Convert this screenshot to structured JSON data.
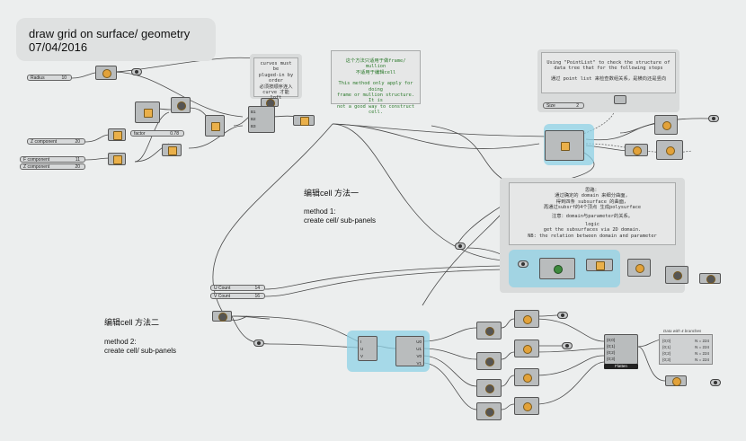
{
  "title": {
    "line1": "draw grid on surface/ geometry",
    "line2": "07/04/2016"
  },
  "notes": {
    "curves": [
      "curves must be",
      "pluged-in by",
      "order",
      "必须按顺序连入",
      "curve 才能loft"
    ],
    "method_top": [
      "这个方法只适用于做frame/ mullion",
      "不适用于编辑cell"
    ],
    "method_top_en": [
      "This method only apply for doing",
      "frame or mullion structure. It is",
      "not a good way to construct cell."
    ],
    "pointlist": [
      "Using \"PointList\" to check the structure of",
      "data tree that for the following steps",
      "通过 point list 来检查数组关系，是横向还是竖向"
    ],
    "logic": [
      "思路：",
      "通过确定的 domain 来细分曲面，",
      "得到四条 subsurface 的曲面，",
      "再通过subsrf的4个顶点 生成polysurface",
      "注意：domain与parameter的关系。",
      "logic",
      "get the subsurfaces via 2D domain.",
      "NB: the relation between domain and parameter"
    ]
  },
  "sliders": {
    "radius": {
      "label": "Radius",
      "value": "10"
    },
    "factor": {
      "label": "factor",
      "value": "0.78"
    },
    "z1": {
      "label": "Z component",
      "value": "20"
    },
    "f": {
      "label": "F component",
      "value": "11"
    },
    "z2": {
      "label": "Z component",
      "value": "20"
    },
    "size": {
      "label": "Size",
      "value": "2"
    },
    "u_count": {
      "label": "U Count",
      "value": "14"
    },
    "v_count": {
      "label": "V Count",
      "value": "16"
    }
  },
  "annotations": {
    "method1_cn": "编辑cell 方法一",
    "method1_en_a": "method 1:",
    "method1_en_b": "create cell/ sub-panels",
    "method2_cn": "编辑cell 方法二",
    "method2_en_a": "method 2:",
    "method2_en_b": "create cell/ sub-panels"
  },
  "flatten_label": "Flatten",
  "data_panel": {
    "title": "Data with 4 branches",
    "rows": [
      {
        "path": "{0;0}",
        "count": "N = 224"
      },
      {
        "path": "{0;1}",
        "count": "N = 224"
      },
      {
        "path": "{0;2}",
        "count": "N = 224"
      },
      {
        "path": "{0;3}",
        "count": "N = 224"
      }
    ]
  },
  "ports": {
    "loft_inputs": [
      "B1",
      "B2",
      "B3"
    ],
    "divide_inputs": [
      "I",
      "U",
      "V"
    ],
    "divide_outputs": [
      "U0",
      "U1",
      "V0",
      "V1"
    ],
    "paths": [
      "{0;0}",
      "{0;1}",
      "{0;2}",
      "{0;3}"
    ]
  },
  "colors": {
    "canvas": "#eceeee",
    "wire": "#4a4a4a",
    "highlight": "#8fd1e6",
    "component": "#b9bcbd"
  }
}
